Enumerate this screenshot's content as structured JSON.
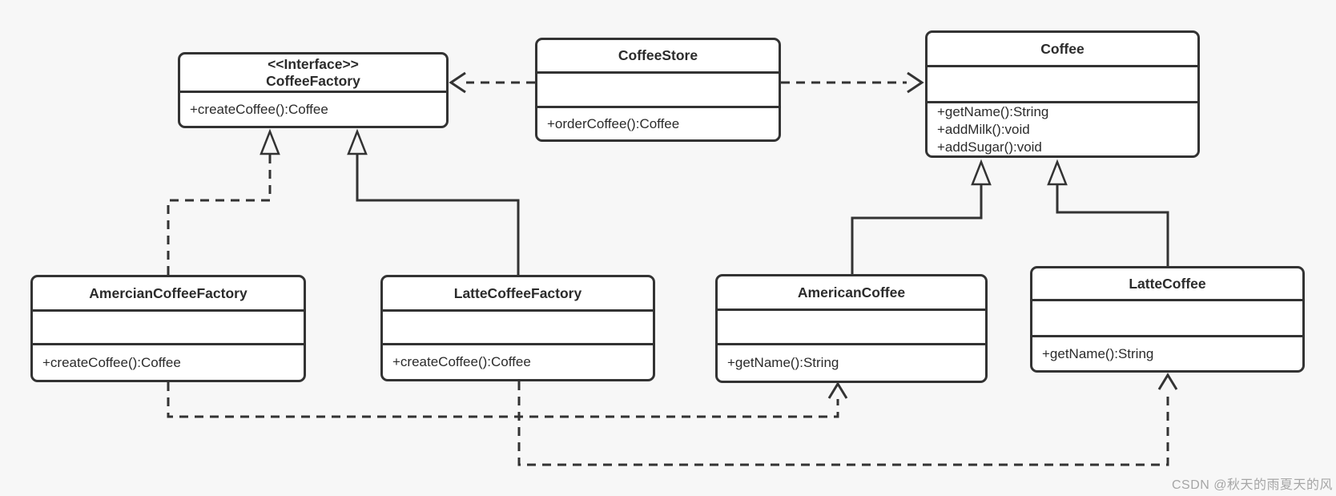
{
  "diagram": {
    "classes": [
      {
        "id": "coffee-factory",
        "stereotype": "<<Interface>>",
        "name": "CoffeeFactory",
        "attributes": [],
        "methods": [
          "+createCoffee():Coffee"
        ]
      },
      {
        "id": "coffee-store",
        "name": "CoffeeStore",
        "attributes": [],
        "methods": [
          "+orderCoffee():Coffee"
        ]
      },
      {
        "id": "coffee",
        "name": "Coffee",
        "attributes": [],
        "methods": [
          "+getName():String",
          "+addMilk():void",
          "+addSugar():void"
        ]
      },
      {
        "id": "amercian-coffee-factory",
        "name": "AmercianCoffeeFactory",
        "attributes": [],
        "methods": [
          "+createCoffee():Coffee"
        ]
      },
      {
        "id": "latte-coffee-factory",
        "name": "LatteCoffeeFactory",
        "attributes": [],
        "methods": [
          "+createCoffee():Coffee"
        ]
      },
      {
        "id": "american-coffee",
        "name": "AmericanCoffee",
        "attributes": [],
        "methods": [
          "+getName():String"
        ]
      },
      {
        "id": "latte-coffee",
        "name": "LatteCoffee",
        "attributes": [],
        "methods": [
          "+getName():String"
        ]
      }
    ],
    "relationships": [
      {
        "from": "CoffeeStore",
        "to": "CoffeeFactory",
        "type": "dependency",
        "style": "dashed-open-arrow"
      },
      {
        "from": "CoffeeStore",
        "to": "Coffee",
        "type": "dependency",
        "style": "dashed-open-arrow"
      },
      {
        "from": "AmercianCoffeeFactory",
        "to": "CoffeeFactory",
        "type": "realization",
        "style": "dashed-hollow-triangle"
      },
      {
        "from": "LatteCoffeeFactory",
        "to": "CoffeeFactory",
        "type": "generalization",
        "style": "solid-hollow-triangle"
      },
      {
        "from": "AmericanCoffee",
        "to": "Coffee",
        "type": "generalization",
        "style": "solid-hollow-triangle"
      },
      {
        "from": "LatteCoffee",
        "to": "Coffee",
        "type": "generalization",
        "style": "solid-hollow-triangle"
      },
      {
        "from": "AmercianCoffeeFactory",
        "to": "AmericanCoffee",
        "type": "dependency",
        "style": "dashed-open-arrow"
      },
      {
        "from": "LatteCoffeeFactory",
        "to": "LatteCoffee",
        "type": "dependency",
        "style": "dashed-open-arrow"
      }
    ],
    "watermark": "CSDN @秋天的雨夏天的风",
    "colors": {
      "line": "#333333",
      "box_fill": "#ffffff",
      "background": "#f7f7f7",
      "watermark": "#a6a6a6"
    }
  }
}
